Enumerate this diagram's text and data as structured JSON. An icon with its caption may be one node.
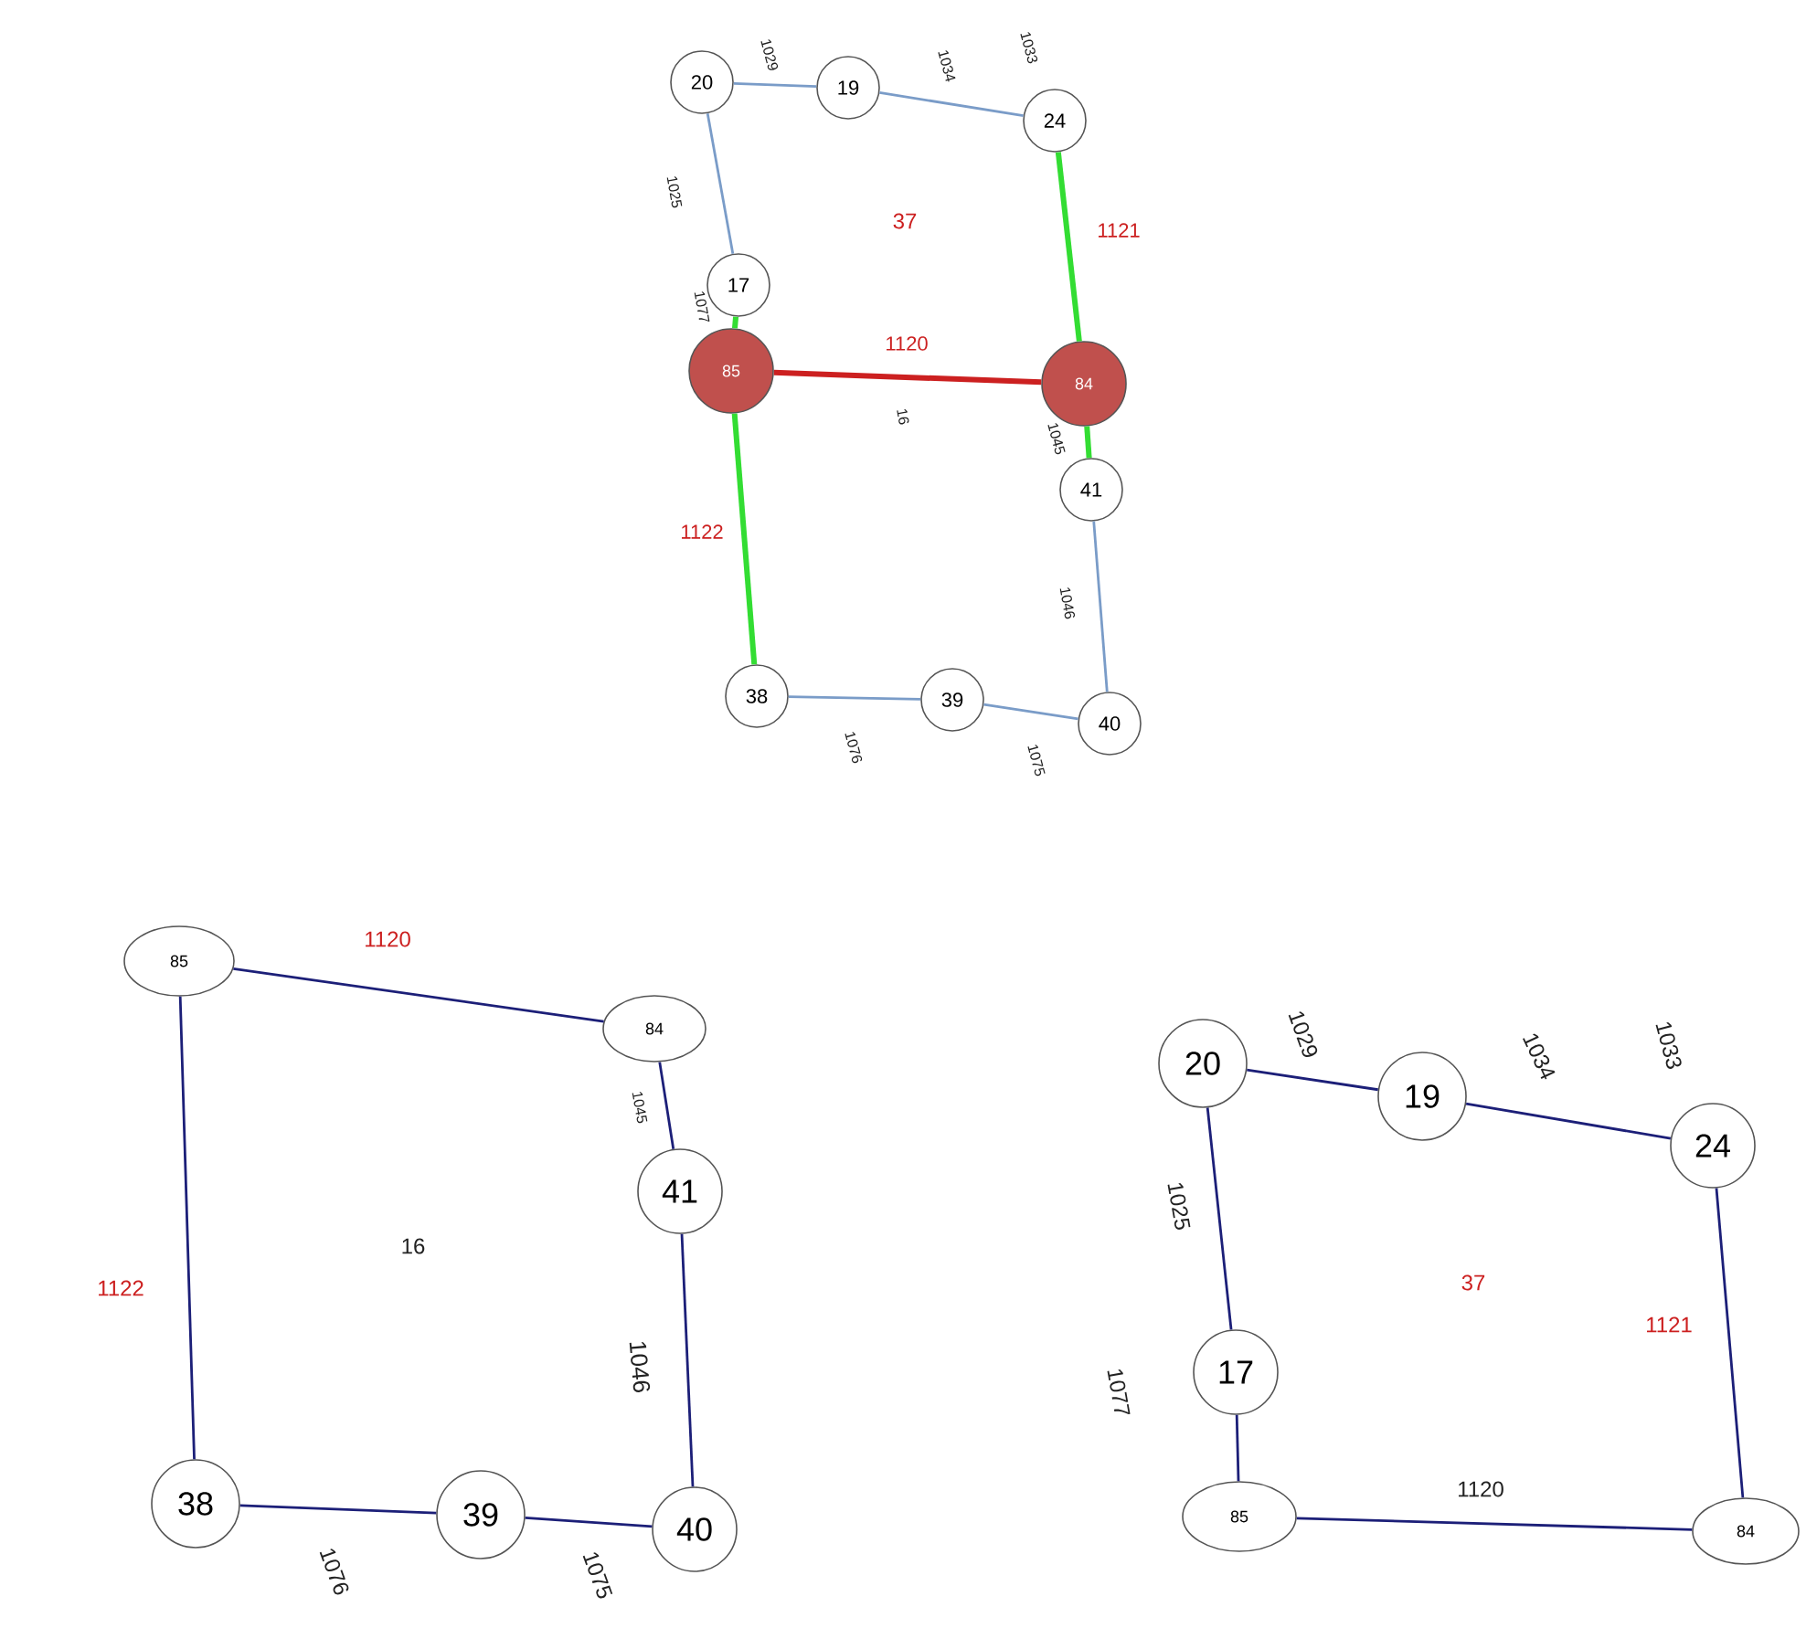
{
  "diagram": {
    "nodes": [
      {
        "text": [
          "20"
        ]
      },
      {
        "text": [
          "19"
        ]
      },
      {
        "text": [
          "24"
        ]
      },
      {
        "text": [
          "17"
        ]
      },
      {
        "text": [
          "85"
        ]
      },
      {
        "text": [
          "84"
        ]
      },
      {
        "text": [
          "41"
        ]
      },
      {
        "text": [
          "38"
        ]
      },
      {
        "text": [
          "39"
        ]
      },
      {
        "text": [
          "40"
        ]
      },
      {
        "text": [
          "85"
        ]
      },
      {
        "text": [
          "84"
        ]
      },
      {
        "text": [
          "41"
        ]
      },
      {
        "text": [
          "38"
        ]
      },
      {
        "text": [
          "39"
        ]
      },
      {
        "text": [
          "40"
        ]
      },
      {
        "text": [
          "20"
        ]
      },
      {
        "text": [
          "19"
        ]
      },
      {
        "text": [
          "24"
        ]
      },
      {
        "text": [
          "17"
        ]
      },
      {
        "text": [
          "85"
        ]
      },
      {
        "text": [
          "84"
        ]
      }
    ],
    "edges": [
      {
        "from": 0,
        "to": 1,
        "arrow": "none",
        "label": "1029",
        "color": "#7a9cc8"
      },
      {
        "from": 1,
        "to": 2,
        "arrow": "none",
        "label": "1034",
        "color": "#7a9cc8"
      },
      {
        "from": 0,
        "to": 3,
        "arrow": "none",
        "label": "1025",
        "color": "#7a9cc8"
      },
      {
        "from": 3,
        "to": 4,
        "arrow": "none",
        "label": "1077",
        "style": "thick",
        "color": "#33dd33"
      },
      {
        "from": 2,
        "to": 5,
        "arrow": "none",
        "label": "1121",
        "style": "thick",
        "color": "#33dd33"
      },
      {
        "from": 4,
        "to": 5,
        "arrow": "none",
        "label": "1120",
        "style": "thick",
        "color": "#cc2020"
      },
      {
        "from": 5,
        "to": 6,
        "arrow": "none",
        "label": "1045",
        "style": "thick",
        "color": "#33dd33"
      },
      {
        "from": 6,
        "to": 9,
        "arrow": "none",
        "label": "1046",
        "color": "#7a9cc8"
      },
      {
        "from": 4,
        "to": 7,
        "arrow": "none",
        "label": "1122",
        "style": "thick",
        "color": "#33dd33"
      },
      {
        "from": 7,
        "to": 8,
        "arrow": "none",
        "label": "1076",
        "color": "#7a9cc8"
      },
      {
        "from": 8,
        "to": 9,
        "arrow": "none",
        "label": "1075",
        "color": "#7a9cc8"
      },
      {
        "from": 10,
        "to": 11,
        "arrow": "none",
        "label": "1120"
      },
      {
        "from": 11,
        "to": 12,
        "arrow": "none",
        "label": "1045"
      },
      {
        "from": 12,
        "to": 15,
        "arrow": "none",
        "label": "1046"
      },
      {
        "from": 13,
        "to": 14,
        "arrow": "none",
        "label": "1076"
      },
      {
        "from": 14,
        "to": 15,
        "arrow": "none",
        "label": "1075"
      },
      {
        "from": 10,
        "to": 13,
        "arrow": "none",
        "label": "1122"
      },
      {
        "from": 16,
        "to": 17,
        "arrow": "none",
        "label": "1029"
      },
      {
        "from": 17,
        "to": 18,
        "arrow": "none",
        "label": "1034"
      },
      {
        "from": 16,
        "to": 19,
        "arrow": "none",
        "label": "1025"
      },
      {
        "from": 18,
        "to": 21,
        "arrow": "none",
        "label": "1121"
      },
      {
        "from": 21,
        "to": 20,
        "arrow": "none",
        "label": "1120"
      },
      {
        "from": 20,
        "to": 19,
        "arrow": "none",
        "label": "1077"
      }
    ],
    "labels": [
      "1033",
      "37",
      "16",
      "16",
      "1033",
      "37"
    ]
  }
}
